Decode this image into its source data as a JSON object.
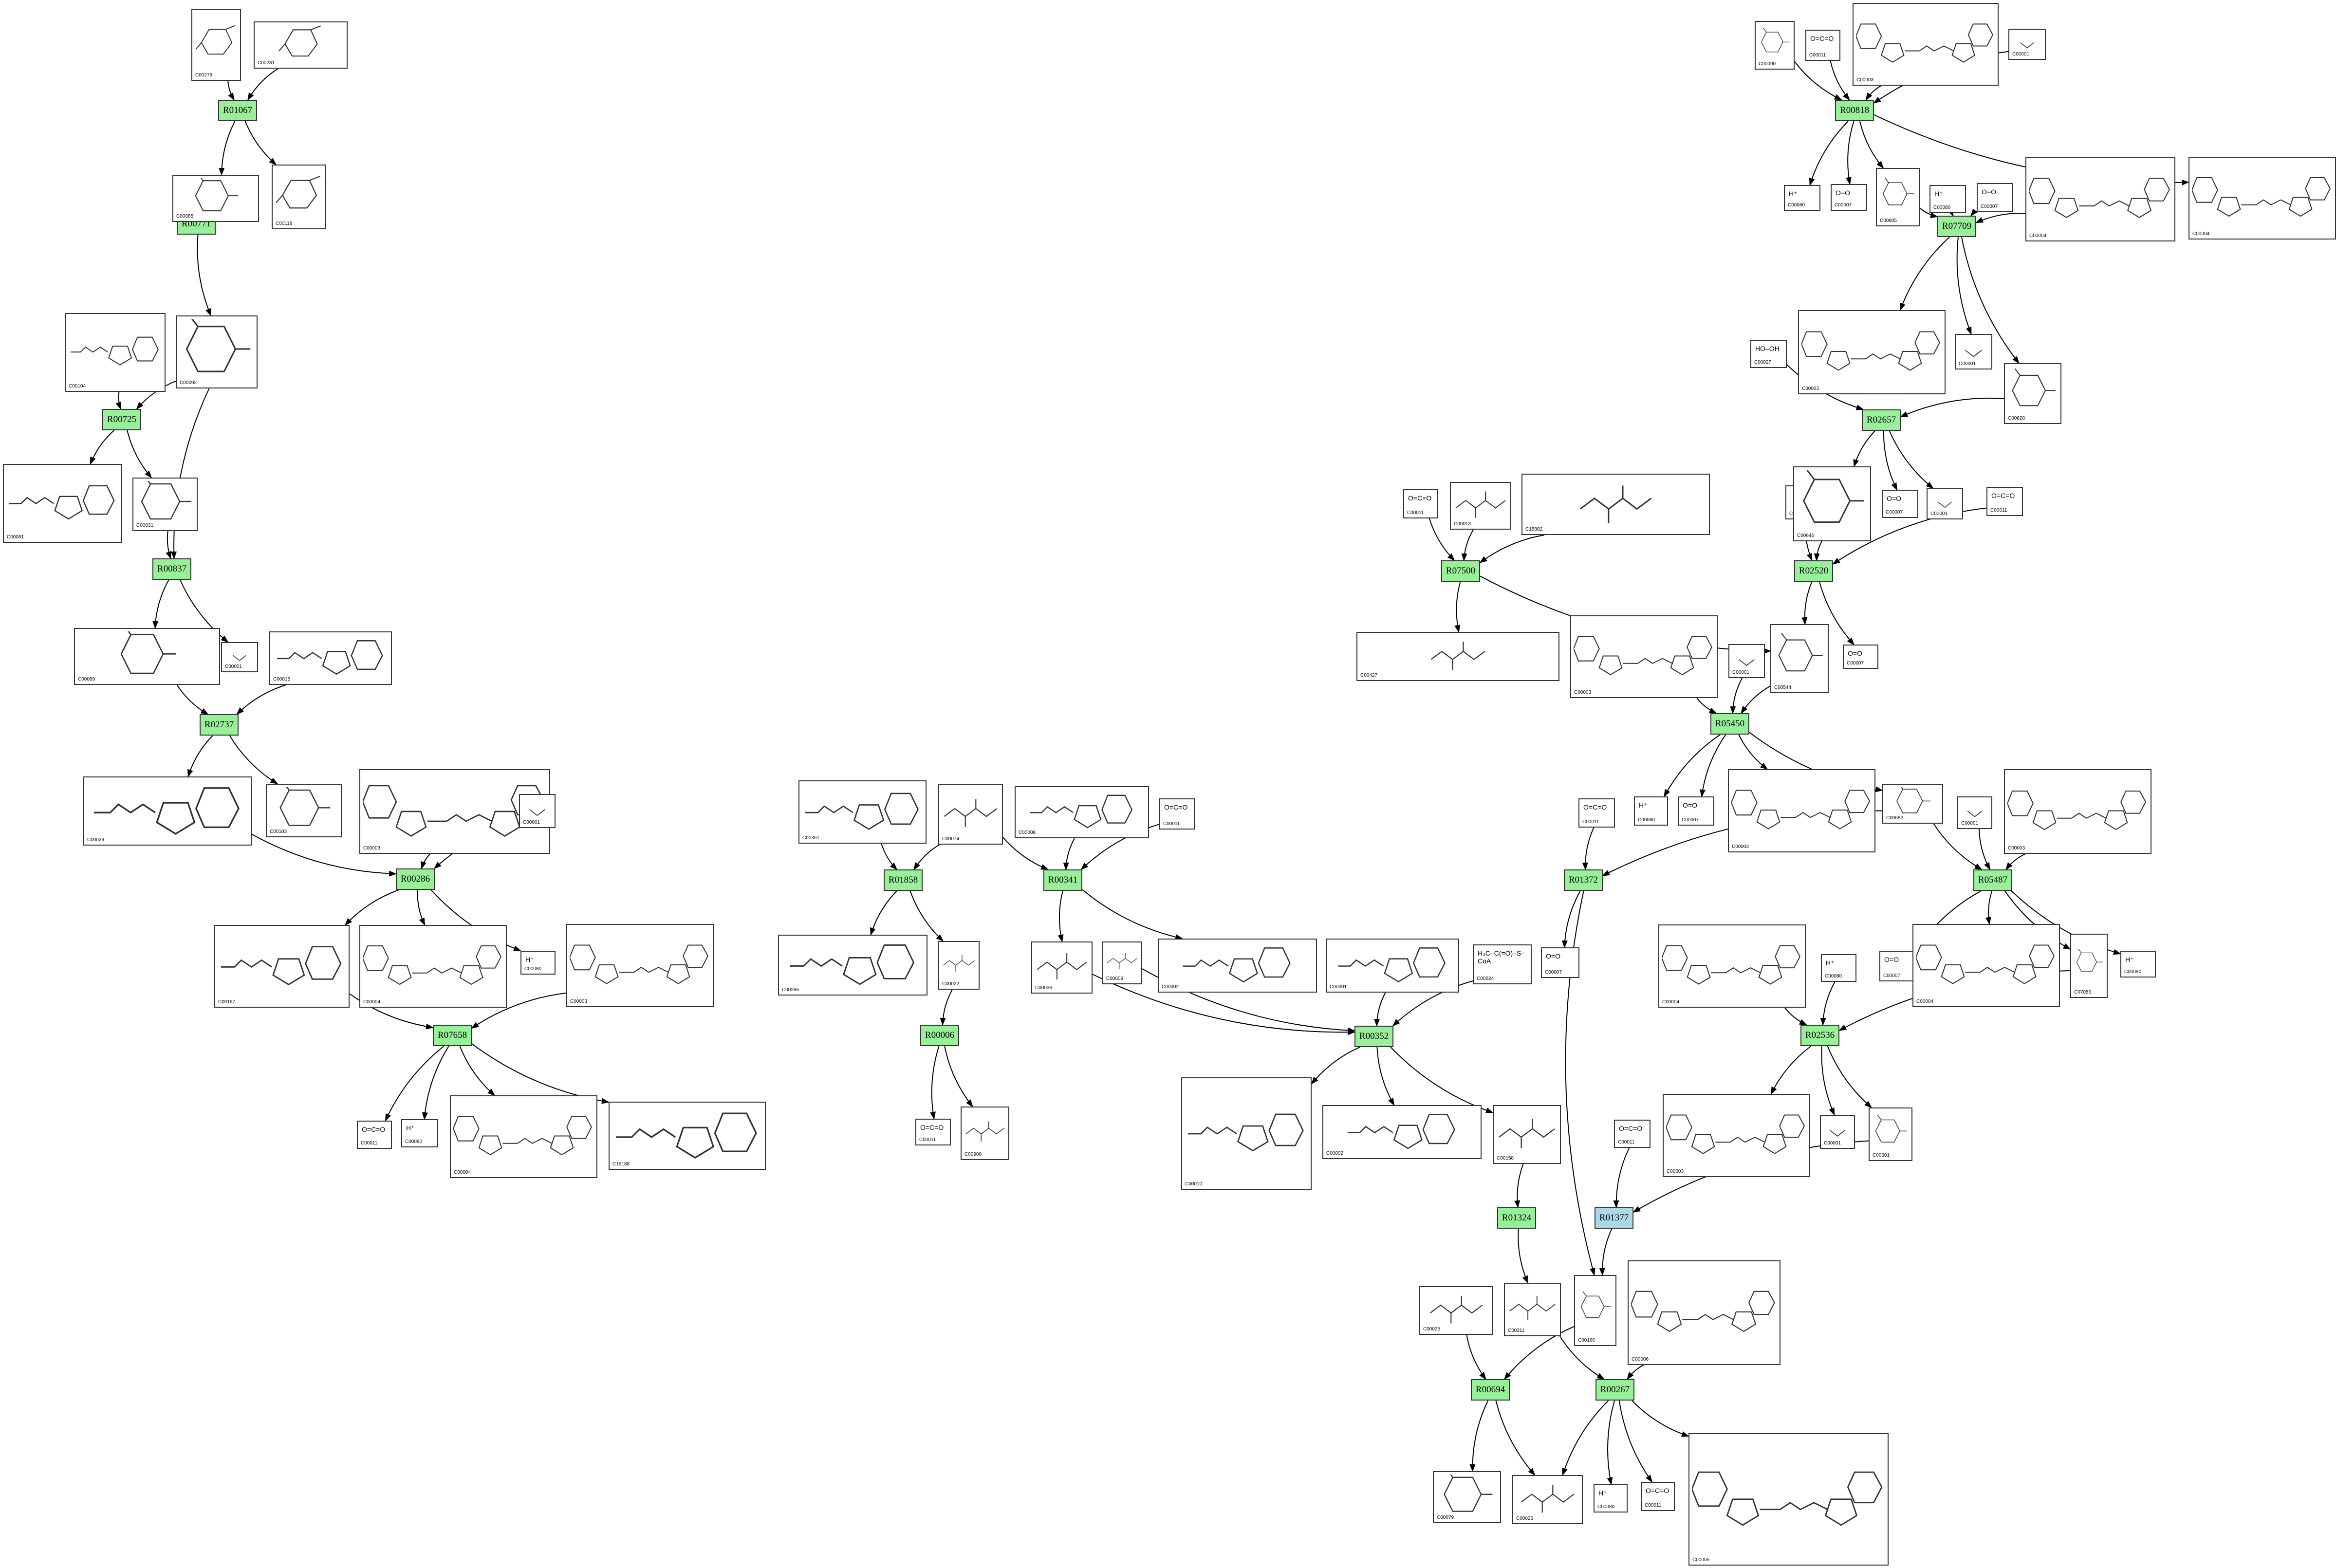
{
  "reactions": [
    {
      "key": "R01067",
      "label": "R01067",
      "type": "main"
    },
    {
      "key": "R00771",
      "label": "R00771",
      "type": "main"
    },
    {
      "key": "R00725",
      "label": "R00725",
      "type": "main"
    },
    {
      "key": "R00837",
      "label": "R00837",
      "type": "main"
    },
    {
      "key": "R02737",
      "label": "R02737",
      "type": "main"
    },
    {
      "key": "R00286",
      "label": "R00286",
      "type": "main"
    },
    {
      "key": "R07658",
      "label": "R07658",
      "type": "main"
    },
    {
      "key": "R01858",
      "label": "R01858",
      "type": "main"
    },
    {
      "key": "R00006",
      "label": "R00006",
      "type": "main"
    },
    {
      "key": "R00341",
      "label": "R00341",
      "type": "main"
    },
    {
      "key": "R00352",
      "label": "R00352",
      "type": "main"
    },
    {
      "key": "R01324",
      "label": "R01324",
      "type": "main"
    },
    {
      "key": "R00694",
      "label": "R00694",
      "type": "main"
    },
    {
      "key": "R00267",
      "label": "R00267",
      "type": "main"
    },
    {
      "key": "R01377",
      "label": "R01377",
      "type": "alt"
    },
    {
      "key": "R01372",
      "label": "R01372",
      "type": "main"
    },
    {
      "key": "R00818",
      "label": "R00818",
      "type": "main"
    },
    {
      "key": "R07709",
      "label": "R07709",
      "type": "main"
    },
    {
      "key": "R02657",
      "label": "R02657",
      "type": "main"
    },
    {
      "key": "R07500",
      "label": "R07500",
      "type": "main"
    },
    {
      "key": "R02520",
      "label": "R02520",
      "type": "main"
    },
    {
      "key": "R05450",
      "label": "R05450",
      "type": "main"
    },
    {
      "key": "R05487",
      "label": "R05487",
      "type": "main"
    },
    {
      "key": "R02536",
      "label": "R02536",
      "type": "main"
    }
  ],
  "compounds": [
    {
      "key": "c1",
      "id": "C00279",
      "glyph": "sugar"
    },
    {
      "key": "c2",
      "id": "C00231",
      "glyph": "sugar"
    },
    {
      "key": "c3",
      "id": "C00085",
      "glyph": "ring"
    },
    {
      "key": "c4",
      "id": "C00118",
      "glyph": "sugar"
    },
    {
      "key": "c5",
      "id": "C00104",
      "glyph": "nucleotide"
    },
    {
      "key": "c6",
      "id": "C00092",
      "glyph": "ring"
    },
    {
      "key": "c7",
      "id": "C00081",
      "glyph": "nucleotide"
    },
    {
      "key": "c8",
      "id": "C00031",
      "glyph": "ring"
    },
    {
      "key": "c9",
      "id": "C00089",
      "glyph": "ring"
    },
    {
      "key": "c10",
      "id": "C00001",
      "glyph": "water"
    },
    {
      "key": "c11",
      "id": "C00015",
      "glyph": "nucleotide"
    },
    {
      "key": "c12",
      "id": "C00029",
      "glyph": "nucleotide"
    },
    {
      "key": "c13",
      "id": "C00103",
      "glyph": "ring"
    },
    {
      "key": "c14",
      "id": "C00003",
      "glyph": "dinucleotide"
    },
    {
      "key": "c15",
      "id": "C00001",
      "glyph": "water"
    },
    {
      "key": "c16",
      "id": "C00167",
      "glyph": "nucleotide"
    },
    {
      "key": "c17",
      "id": "C00004",
      "glyph": "dinucleotide"
    },
    {
      "key": "c18",
      "id": "C00080",
      "text": "H⁺"
    },
    {
      "key": "c19",
      "id": "C00003",
      "glyph": "dinucleotide"
    },
    {
      "key": "c20",
      "id": "C00011",
      "text": "O=C=O"
    },
    {
      "key": "c21",
      "id": "C00080",
      "text": "H⁺"
    },
    {
      "key": "c22",
      "id": "C00004",
      "glyph": "dinucleotide"
    },
    {
      "key": "c23",
      "id": "C16188",
      "glyph": "nucleotide"
    },
    {
      "key": "c24",
      "id": "C00361",
      "glyph": "nucleotide"
    },
    {
      "key": "c25",
      "id": "C00074",
      "glyph": "chain"
    },
    {
      "key": "c26",
      "id": "C00008",
      "glyph": "nucleotide"
    },
    {
      "key": "c27",
      "id": "C00011",
      "text": "O=C=O"
    },
    {
      "key": "c28",
      "id": "C00286",
      "glyph": "nucleotide"
    },
    {
      "key": "c29",
      "id": "C00022",
      "glyph": "chain"
    },
    {
      "key": "c30",
      "id": "C00036",
      "glyph": "chain"
    },
    {
      "key": "c31",
      "id": "C00009",
      "glyph": "chain"
    },
    {
      "key": "c32",
      "id": "C00002",
      "glyph": "nucleotide"
    },
    {
      "key": "c33",
      "id": "C00011",
      "text": "O=C=O"
    },
    {
      "key": "c34",
      "id": "C00900",
      "glyph": "chain"
    },
    {
      "key": "c35",
      "id": "C00001",
      "glyph": "nucleotide"
    },
    {
      "key": "c36",
      "id": "C00024",
      "text": "H₃C–C(=O)–S–CoA"
    },
    {
      "key": "c37",
      "id": "C00010",
      "glyph": "nucleotide"
    },
    {
      "key": "c38",
      "id": "C00002",
      "glyph": "nucleotide"
    },
    {
      "key": "c39",
      "id": "C00158",
      "glyph": "chain"
    },
    {
      "key": "c40",
      "id": "C00311",
      "glyph": "chain"
    },
    {
      "key": "c41",
      "id": "C00025",
      "glyph": "chain"
    },
    {
      "key": "c42",
      "id": "C00166",
      "glyph": "ring"
    },
    {
      "key": "c43",
      "id": "C00006",
      "glyph": "dinucleotide"
    },
    {
      "key": "c44",
      "id": "C00079",
      "glyph": "ring"
    },
    {
      "key": "c45",
      "id": "C00026",
      "glyph": "chain"
    },
    {
      "key": "c46",
      "id": "C00080",
      "text": "H⁺"
    },
    {
      "key": "c47",
      "id": "C00011",
      "text": "O=C=O"
    },
    {
      "key": "c48",
      "id": "C00005",
      "glyph": "dinucleotide"
    },
    {
      "key": "c49",
      "id": "C00011",
      "text": "O=C=O"
    },
    {
      "key": "c50",
      "id": "C00011",
      "text": "O=C=O"
    },
    {
      "key": "c51",
      "id": "C00007",
      "text": "O=O"
    },
    {
      "key": "c52",
      "id": "C00090",
      "glyph": "ring"
    },
    {
      "key": "c53",
      "id": "C00011",
      "text": "O=C=O"
    },
    {
      "key": "c54",
      "id": "C00003",
      "glyph": "dinucleotide"
    },
    {
      "key": "c55",
      "id": "C00001",
      "glyph": "water"
    },
    {
      "key": "c56",
      "id": "C00080",
      "text": "H⁺"
    },
    {
      "key": "c57",
      "id": "C00007",
      "text": "O=O"
    },
    {
      "key": "c58",
      "id": "C00805",
      "glyph": "ring"
    },
    {
      "key": "c59",
      "id": "C00080",
      "text": "H⁺"
    },
    {
      "key": "c60",
      "id": "C00007",
      "text": "O=O"
    },
    {
      "key": "c61",
      "id": "C00004",
      "glyph": "dinucleotide"
    },
    {
      "key": "c62",
      "id": "C00004",
      "glyph": "dinucleotide"
    },
    {
      "key": "c63",
      "id": "C00027",
      "text": "HO–OH"
    },
    {
      "key": "c64",
      "id": "C00003",
      "glyph": "dinucleotide"
    },
    {
      "key": "c65",
      "id": "C00001",
      "glyph": "water"
    },
    {
      "key": "c66",
      "id": "C00628",
      "glyph": "ring"
    },
    {
      "key": "c67",
      "id": "C00011",
      "text": "O=C=O"
    },
    {
      "key": "c68",
      "id": "C00013",
      "glyph": "chain"
    },
    {
      "key": "c69",
      "id": "C15882",
      "glyph": "chain"
    },
    {
      "key": "c70",
      "id": "C00001",
      "glyph": "water"
    },
    {
      "key": "c71",
      "id": "C00646",
      "glyph": "ring"
    },
    {
      "key": "c72",
      "id": "C00007",
      "text": "O=O"
    },
    {
      "key": "c73",
      "id": "C00001",
      "glyph": "water"
    },
    {
      "key": "c74",
      "id": "C00011",
      "text": "O=C=O"
    },
    {
      "key": "c75",
      "id": "C00427",
      "glyph": "chain"
    },
    {
      "key": "c76",
      "id": "C00003",
      "glyph": "dinucleotide"
    },
    {
      "key": "c77",
      "id": "C00001",
      "glyph": "water"
    },
    {
      "key": "c78",
      "id": "C00544",
      "glyph": "ring"
    },
    {
      "key": "c79",
      "id": "C00007",
      "text": "O=O"
    },
    {
      "key": "c80",
      "id": "C00080",
      "text": "H⁺"
    },
    {
      "key": "c81",
      "id": "C00007",
      "text": "O=O"
    },
    {
      "key": "c82",
      "id": "C00004",
      "glyph": "dinucleotide"
    },
    {
      "key": "c83",
      "id": "C00682",
      "glyph": "ring"
    },
    {
      "key": "c84",
      "id": "C00001",
      "glyph": "water"
    },
    {
      "key": "c85",
      "id": "C00003",
      "glyph": "dinucleotide"
    },
    {
      "key": "c86",
      "id": "C00007",
      "text": "O=O"
    },
    {
      "key": "c87",
      "id": "C00004",
      "glyph": "dinucleotide"
    },
    {
      "key": "c88",
      "id": "C00004",
      "glyph": "dinucleotide"
    },
    {
      "key": "c89",
      "id": "C07086",
      "glyph": "ring"
    },
    {
      "key": "c90",
      "id": "C00080",
      "text": "H⁺"
    },
    {
      "key": "c91",
      "id": "C00080",
      "text": "H⁺"
    },
    {
      "key": "c92",
      "id": "C00003",
      "glyph": "dinucleotide"
    },
    {
      "key": "c93",
      "id": "C00001",
      "glyph": "water"
    },
    {
      "key": "c94",
      "id": "C00601",
      "glyph": "ring"
    },
    {
      "key": "c95",
      "id": "C00011",
      "text": "O=C=O"
    }
  ]
}
